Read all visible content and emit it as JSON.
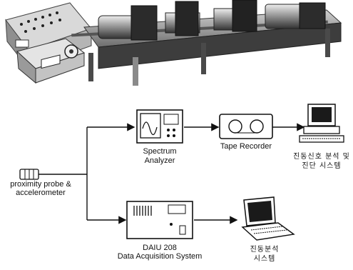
{
  "labels": {
    "spectrum_line1": "Spectrum",
    "spectrum_line2": "Analyzer",
    "tape_recorder": "Tape Recorder",
    "probe_line1": "proximity probe &",
    "probe_line2": "accelerometer",
    "daiu_line1": "DAIU 208",
    "daiu_line2": "Data Acquisition System",
    "vib_diag_line1": "진동신호 분석 및",
    "vib_diag_line2": "진단 시스템",
    "vib_line1": "진동분석",
    "vib_line2": "시스템"
  },
  "colors": {
    "ink": "#111111",
    "photo_dark": "#2a2a2a",
    "photo_mid": "#8a8a8a",
    "photo_light": "#d8d8d8"
  }
}
